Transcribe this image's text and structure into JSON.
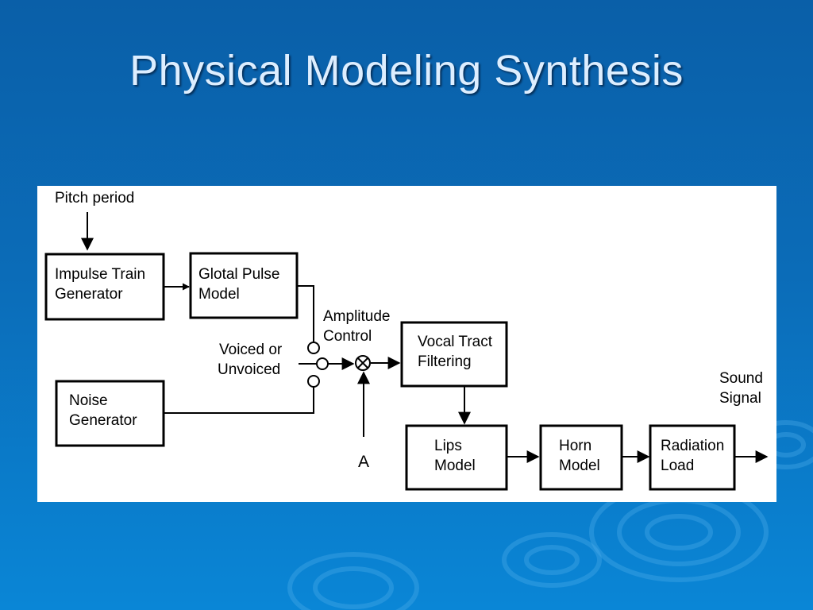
{
  "slide": {
    "title": "Physical Modeling Synthesis"
  },
  "diagram": {
    "inputs": {
      "pitch_period": "Pitch period",
      "voiced_unvoiced_line1": "Voiced or",
      "voiced_unvoiced_line2": "Unvoiced",
      "amplitude_control_line1": "Amplitude",
      "amplitude_control_line2": "Control",
      "amplitude_symbol": "A"
    },
    "blocks": {
      "impulse_train": {
        "line1": "Impulse Train",
        "line2": "Generator"
      },
      "glottal_pulse": {
        "line1": "Glotal Pulse",
        "line2": "Model"
      },
      "noise_generator": {
        "line1": "Noise",
        "line2": "Generator"
      },
      "vocal_tract": {
        "line1": "Vocal Tract",
        "line2": "Filtering"
      },
      "lips_model": {
        "line1": "Lips",
        "line2": "Model"
      },
      "horn_model": {
        "line1": "Horn",
        "line2": "Model"
      },
      "radiation_load": {
        "line1": "Radiation",
        "line2": "Load"
      }
    },
    "output": {
      "line1": "Sound",
      "line2": "Signal"
    },
    "multiplier_symbol": "⊗"
  },
  "colors": {
    "background_top": "#0a5fa8",
    "background_bottom": "#0a86d6",
    "title_text": "#ddeeff",
    "diagram_background": "#ffffff",
    "diagram_ink": "#000000"
  }
}
